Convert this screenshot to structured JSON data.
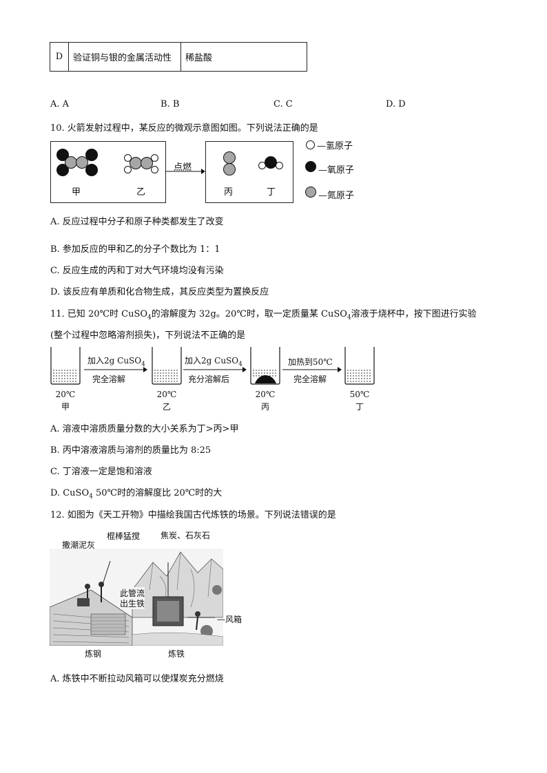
{
  "table_row": {
    "letter": "D",
    "experiment": "验证铜与银的金属活动性",
    "reagent": "稀盐酸"
  },
  "q9_options": [
    "A. A",
    "B. B",
    "C. C",
    "D. D"
  ],
  "q10": {
    "stem": "10. 火箭发射过程中，某反应的微观示意图如图。下列说法正确的是",
    "labels": {
      "jia": "甲",
      "yi": "乙",
      "bing": "丙",
      "ding": "丁",
      "condition": "点燃"
    },
    "legend": [
      "—氢原子",
      "—氧原子",
      "—氮原子"
    ],
    "options": [
      "A. 反应过程中分子和原子种类都发生了改变",
      "B. 参加反应的甲和乙的分子个数比为 1：1",
      "C. 反应生成的丙和丁对大气环境均没有污染",
      "D. 该反应有单质和化合物生成，其反应类型为置换反应"
    ]
  },
  "q11": {
    "stem_a": "11. 已知 20℃时 CuSO",
    "stem_b": "的溶解度为 32g。20℃时，取一定质量某 CuSO",
    "stem_c": "溶液于烧杯中，按下图进行实验",
    "stem2": "(整个过程中忽略溶剂损失)，下列说法不正确的是",
    "sub4": "4",
    "arrow1_top": "加入2g CuSO",
    "arrow1_bottom": "完全溶解",
    "arrow2_top": "加入2g CuSO",
    "arrow2_bottom": "充分溶解后",
    "arrow3_top": "加热到50℃",
    "arrow3_bottom": "完全溶解",
    "beakers": [
      {
        "temp": "20℃",
        "name": "甲"
      },
      {
        "temp": "20℃",
        "name": "乙"
      },
      {
        "temp": "20℃",
        "name": "丙"
      },
      {
        "temp": "50℃",
        "name": "丁"
      }
    ],
    "options": [
      "A. 溶液中溶质质量分数的大小关系为丁>丙>甲",
      "B. 丙中溶液溶质与溶剂的质量比为 8:25",
      "C. 丁溶液一定是饱和溶液",
      "D. CuSO",
      "50℃时的溶解度比 20℃时的大"
    ]
  },
  "q12": {
    "stem": "12. 如图为《天工开物》中描绘我国古代炼铁的场景。下列说法错误的是",
    "labels": {
      "sa": "撒潮泥灰",
      "gun": "棍棒猛搅",
      "jiao": "焦炭、石灰石",
      "pipe1": "此管流",
      "pipe2": "出生铁",
      "fx": "—风箱",
      "lg": "炼钢",
      "lt": "炼铁"
    },
    "option_a": "A. 炼铁中不断拉动风箱可以使煤炭充分燃烧"
  }
}
